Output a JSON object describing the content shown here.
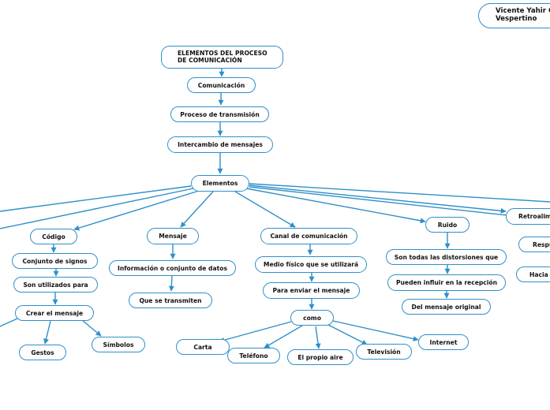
{
  "author": {
    "text": "Vicente Yahir G\nVespertino"
  },
  "nodes": {
    "title": "ELEMENTOS DEL PROCESO\nDE COMUNICACIÓN",
    "comunicacion": "Comunicación",
    "proceso": "Proceso de transmisión",
    "intercambio": "Intercambio de mensajes",
    "elementos": "Elementos",
    "codigo": "Código",
    "conjunto_signos": "Conjunto de signos",
    "utilizados": "Son utilizados para",
    "crear": "Crear el mensaje",
    "gestos": "Gestos",
    "simbolos": "Símbolos",
    "mensaje": "Mensaje",
    "info": "Información o conjunto de datos",
    "transmiten": "Que se transmiten",
    "canal": "Canal de comunicación",
    "medio": "Medio físico que se utilizará",
    "enviar": "Para enviar el mensaje",
    "como": "como",
    "carta": "Carta",
    "telefono": "Teléfono",
    "aire": "El propio aire",
    "television": "Televisión",
    "internet": "Internet",
    "ruido": "Ruido",
    "distorsiones": "Son todas las distorsiones que",
    "influir": "Pueden influir en la recepción",
    "original": "Del mensaje original",
    "retro": "Retroalime",
    "respu": "Respu",
    "hacia": "Hacia e"
  },
  "colors": {
    "line": "#2f8fc9",
    "border": "#2f8fc9",
    "text": "#111111"
  }
}
